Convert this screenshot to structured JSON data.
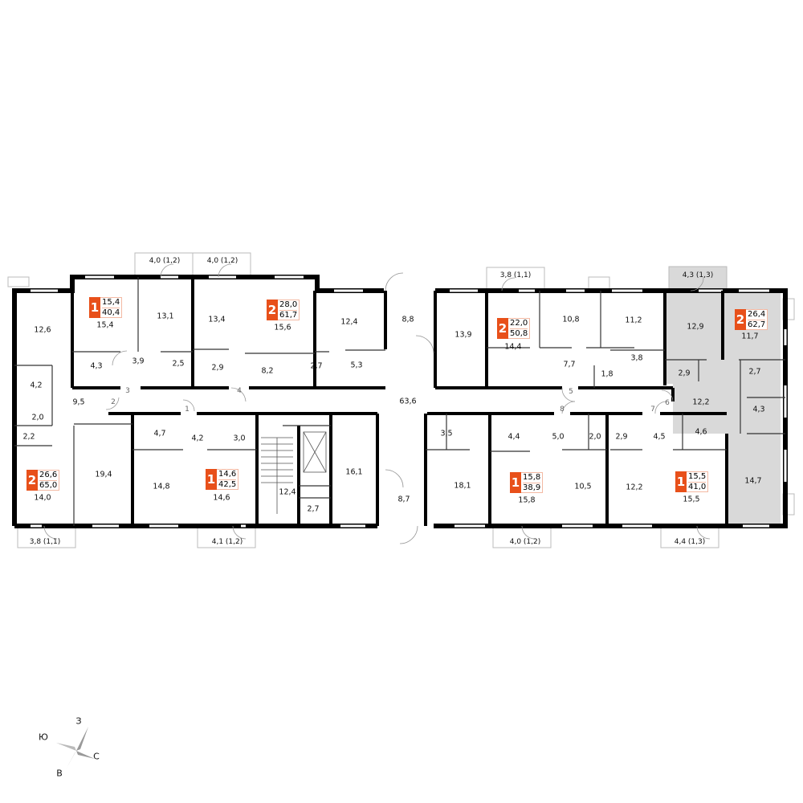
{
  "colors": {
    "accent": "#e8501a",
    "highlight": "#d9d9d9",
    "wall": "#000000"
  },
  "rooms": [
    "12,6",
    "4,2",
    "2,0",
    "2,2",
    "9,5",
    "14,0",
    "19,4",
    "15,4",
    "13,1",
    "4,3",
    "3,9",
    "2,5",
    "13,4",
    "15,6",
    "2,9",
    "8,2",
    "2,7",
    "12,4",
    "5,3",
    "4,7",
    "4,2",
    "3,0",
    "14,8",
    "14,6",
    "12,4",
    "2,7",
    "16,1",
    "8,8",
    "63,6",
    "8,7",
    "13,9",
    "14,4",
    "10,8",
    "11,2",
    "7,7",
    "3,8",
    "1,8",
    "12,9",
    "11,7",
    "2,9",
    "2,7",
    "12,2",
    "4,3",
    "3,5",
    "4,4",
    "5,0",
    "2,0",
    "2,9",
    "4,5",
    "4,6",
    "18,1",
    "15,8",
    "10,5",
    "12,2",
    "15,5",
    "14,7"
  ],
  "balconies": [
    "4,0 (1,2)",
    "4,0 (1,2)",
    "3,8 (1,1)",
    "4,1 (1,2)",
    "3,8 (1,1)",
    "4,3 (1,3)",
    "4,0 (1,2)",
    "4,4 (1,3)"
  ],
  "doors": [
    "1",
    "2",
    "3",
    "4",
    "5",
    "6",
    "7",
    "8"
  ],
  "apartments": [
    {
      "rooms": "1",
      "living": "15,4",
      "total": "40,4"
    },
    {
      "rooms": "2",
      "living": "28,0",
      "total": "61,7"
    },
    {
      "rooms": "2",
      "living": "26,6",
      "total": "65,0"
    },
    {
      "rooms": "1",
      "living": "14,6",
      "total": "42,5"
    },
    {
      "rooms": "2",
      "living": "22,0",
      "total": "50,8"
    },
    {
      "rooms": "2",
      "living": "26,4",
      "total": "62,7"
    },
    {
      "rooms": "1",
      "living": "15,8",
      "total": "38,9"
    },
    {
      "rooms": "1",
      "living": "15,5",
      "total": "41,0"
    }
  ],
  "compass": {
    "south": "Ю",
    "west": "З",
    "east": "С",
    "north": "В"
  }
}
